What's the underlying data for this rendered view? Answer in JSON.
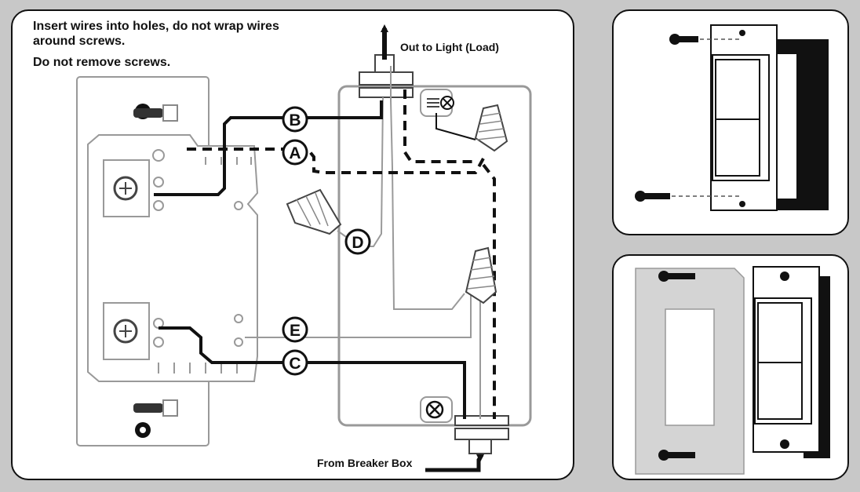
{
  "instructions": {
    "line1": "Insert wires into holes, do not wrap wires around screws.",
    "line2": "Do not remove screws."
  },
  "wire_labels": {
    "a": "A",
    "b": "B",
    "c": "C",
    "d": "D",
    "e": "E"
  },
  "callouts": {
    "out_to_light": "Out to Light (Load)",
    "from_breaker": "From Breaker Box"
  },
  "colors": {
    "background": "#c8c8c8",
    "panel": "#ffffff",
    "outline": "#111111",
    "wire": "#111111",
    "light_line": "#9a9a9a",
    "faceplate_gray": "#d4d4d4"
  },
  "icons": [
    "screw-icon",
    "wire-nut-icon",
    "ground-screw-icon",
    "arrow-up-icon",
    "arrow-right-icon"
  ]
}
